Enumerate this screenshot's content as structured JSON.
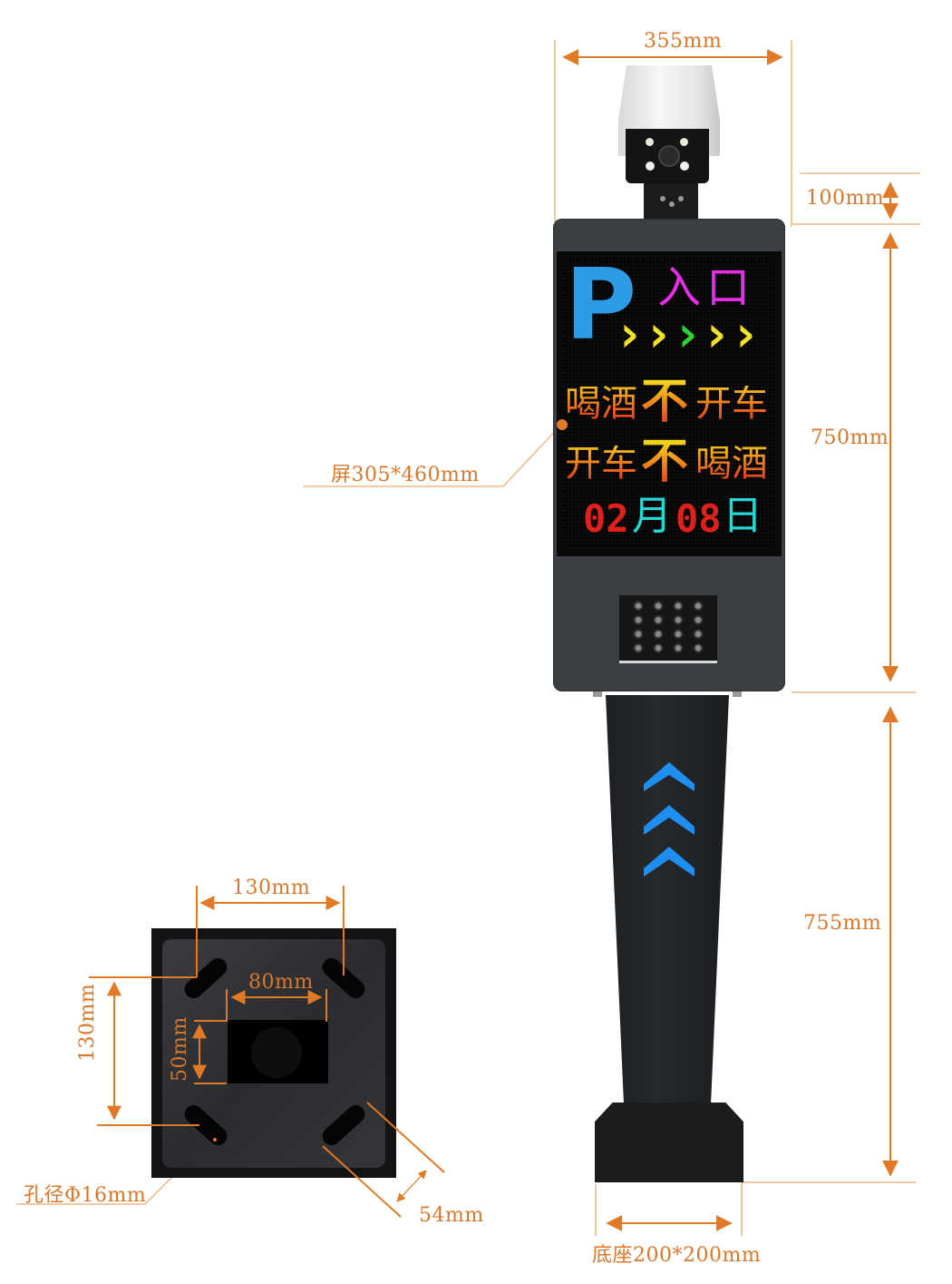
{
  "diagram": {
    "title": "Parking entrance LED display terminal with camera – dimension drawing",
    "accent_color": "#e07a26",
    "dimension_line_color": "#e8b98a"
  },
  "dimensions": {
    "total_width": "355mm",
    "camera_height": "100mm",
    "display_box_height": "750mm",
    "column_height": "755mm",
    "screen_size": "屏305*460mm",
    "base_size": "底座200*200mm"
  },
  "base_plate": {
    "hole_spacing_horizontal": "130mm",
    "hole_spacing_vertical": "130mm",
    "center_opening_width": "80mm",
    "center_opening_height": "50mm",
    "hole_diameter": "孔径Φ16mm",
    "slot_length": "54mm"
  },
  "led_screen": {
    "parking_symbol": "P",
    "entry_label": "入口",
    "arrows": [
      {
        "glyph": "›",
        "color": "#f2e22a"
      },
      {
        "glyph": "›",
        "color": "#f2e22a"
      },
      {
        "glyph": "›",
        "color": "#2fd02f"
      },
      {
        "glyph": "›",
        "color": "#f2e22a"
      },
      {
        "glyph": "›",
        "color": "#f2e22a"
      }
    ],
    "line1": {
      "a": "喝酒",
      "b": "不",
      "c": "开车"
    },
    "line2": {
      "a": "开车",
      "b": "不",
      "c": "喝酒"
    },
    "date": {
      "month_num": "02",
      "month_char": "月",
      "day_num": "08",
      "day_char": "日"
    },
    "colors": {
      "parking": "#2e9be6",
      "entry": "#e62ee6",
      "slogan_top": "#f4c21c",
      "slogan_bottom": "#e8361c",
      "date_num": "#e0201c",
      "date_char": "#29d6d6"
    }
  },
  "column": {
    "chevron_color": "#1e8fee",
    "chevrons": 3
  }
}
